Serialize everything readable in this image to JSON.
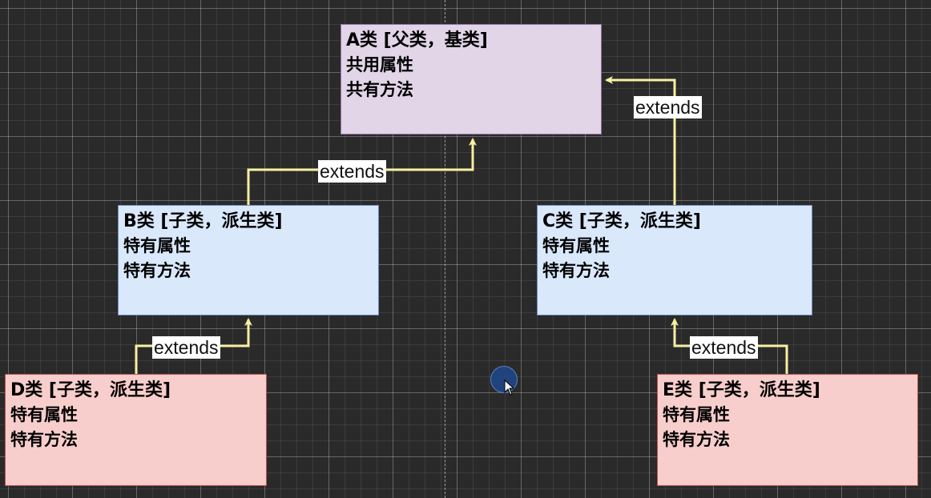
{
  "classes": {
    "a": {
      "title": "A类 [父类，基类]",
      "attr": "共用属性",
      "method": "共有方法"
    },
    "b": {
      "title": "B类 [子类，派生类]",
      "attr": "特有属性",
      "method": "特有方法"
    },
    "c": {
      "title": "C类 [子类，派生类]",
      "attr": "特有属性",
      "method": "特有方法"
    },
    "d": {
      "title": "D类 [子类，派生类]",
      "attr": "特有属性",
      "method": "特有方法"
    },
    "e": {
      "title": "E类 [子类，派生类]",
      "attr": "特有属性",
      "method": "特有方法"
    }
  },
  "edges": {
    "b_to_a": "extends",
    "c_to_a": "extends",
    "d_to_b": "extends",
    "e_to_c": "extends"
  },
  "colors": {
    "connector": "#f6f0a0",
    "parent_fill": "#e1d5e7",
    "child_fill": "#dae8fc",
    "grandchild_fill": "#f8cecc"
  },
  "icons": {
    "cursor": "mouse-pointer-icon"
  }
}
